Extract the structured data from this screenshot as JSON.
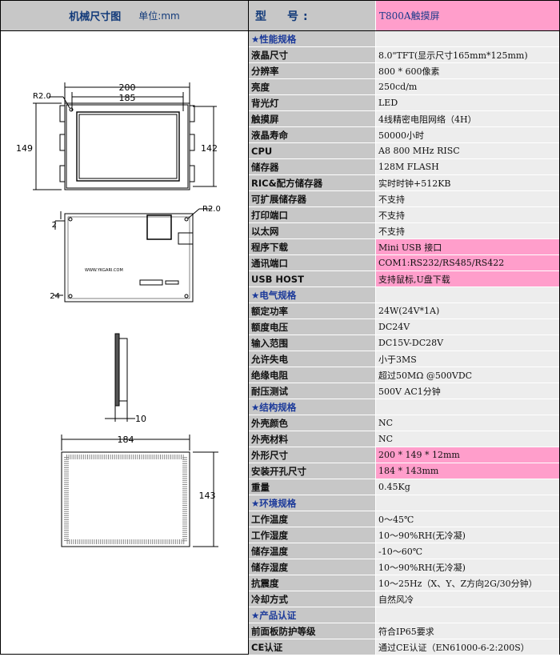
{
  "header": {
    "left_title": "机械尺寸图",
    "unit_label": "单位:mm",
    "model_label": "型　号:",
    "model_value": "T800A触摸屏"
  },
  "drawing": {
    "front_width": "200",
    "front_inner_width": "185",
    "front_radius": "R2.0",
    "front_height_left": "149",
    "front_height_right": "142",
    "back_radius": "R2.0",
    "back_left_dim": "2",
    "back_bottom_dim": "24",
    "back_silk": "WWW.YKGARI.COM",
    "side_depth": "10",
    "cutout_width": "184",
    "cutout_height": "143"
  },
  "specs": [
    {
      "key": "★性能规格",
      "value": "",
      "section": true
    },
    {
      "key": "液晶尺寸",
      "value": "8.0\"TFT(显示尺寸165mm*125mm)"
    },
    {
      "key": "分辨率",
      "value": "800 * 600像素"
    },
    {
      "key": "亮度",
      "value": "250cd/m"
    },
    {
      "key": "背光灯",
      "value": "LED"
    },
    {
      "key": "触摸屏",
      "value": "4线精密电阻网络（4H）"
    },
    {
      "key": "液晶寿命",
      "value": "50000小时"
    },
    {
      "key": "CPU",
      "value": "A8 800 MHz RISC"
    },
    {
      "key": "储存器",
      "value": "128M FLASH"
    },
    {
      "key": "RIC&配方储存器",
      "value": "实时时钟+512KB"
    },
    {
      "key": "可扩展储存器",
      "value": "不支持"
    },
    {
      "key": "打印端口",
      "value": "不支持"
    },
    {
      "key": "以太网",
      "value": "不支持"
    },
    {
      "key": "程序下载",
      "value": "Mini USB 接口",
      "highlight": true
    },
    {
      "key": "通讯端口",
      "value": "COM1:RS232/RS485/RS422",
      "highlight": true
    },
    {
      "key": "USB HOST",
      "value": "支持鼠标,U盘下载",
      "highlight": true
    },
    {
      "key": "★电气规格",
      "value": "",
      "section": true
    },
    {
      "key": "额定功率",
      "value": "24W(24V*1A)"
    },
    {
      "key": "额度电压",
      "value": "DC24V"
    },
    {
      "key": "输入范围",
      "value": "DC15V-DC28V"
    },
    {
      "key": "允许失电",
      "value": "小于3MS"
    },
    {
      "key": "绝缘电阻",
      "value": "超过50MΩ @500VDC"
    },
    {
      "key": "耐压测试",
      "value": "500V AC1分钟"
    },
    {
      "key": "★结构规格",
      "value": "",
      "section": true
    },
    {
      "key": "外壳颜色",
      "value": "NC"
    },
    {
      "key": "外壳材料",
      "value": "NC"
    },
    {
      "key": "外形尺寸",
      "value": "200 * 149 * 12mm",
      "highlight": true
    },
    {
      "key": "安装开孔尺寸",
      "value": "184 * 143mm",
      "highlight": true
    },
    {
      "key": "重量",
      "value": "0.45Kg"
    },
    {
      "key": "★环境规格",
      "value": "",
      "section": true
    },
    {
      "key": "工作温度",
      "value": "0～45℃"
    },
    {
      "key": "工作湿度",
      "value": "10～90%RH(无冷凝)"
    },
    {
      "key": "储存温度",
      "value": "-10～60℃"
    },
    {
      "key": "储存湿度",
      "value": "10～90%RH(无冷凝)"
    },
    {
      "key": "抗震度",
      "value": "10～25Hz（X、Y、Z方向2G/30分钟）"
    },
    {
      "key": "冷却方式",
      "value": "自然风冷"
    },
    {
      "key": "★产品认证",
      "value": "",
      "section": true
    },
    {
      "key": "前面板防护等级",
      "value": "符合IP65要求"
    },
    {
      "key": "CE认证",
      "value": "通过CE认证（EN61000-6-2:200S）"
    }
  ]
}
